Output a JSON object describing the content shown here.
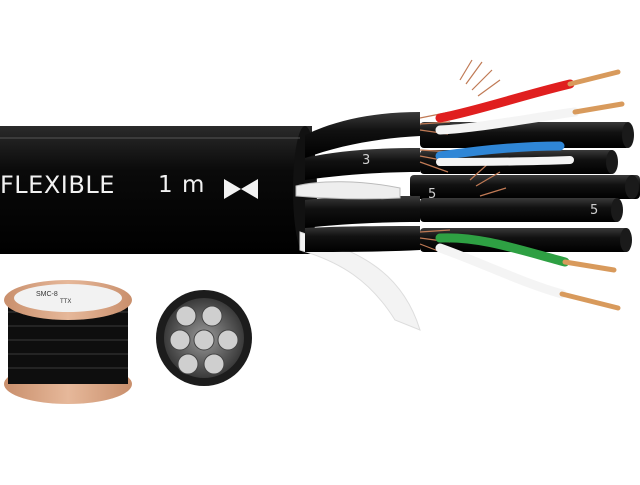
{
  "cable_print": {
    "type_text": "FLEXIBLE",
    "length_text": "1 m",
    "core_marks": [
      "3",
      "5",
      "5"
    ]
  },
  "spool_label": {
    "brand": "SMC-8",
    "code": "TTX"
  },
  "colors": {
    "jacket": "#0d0d0d",
    "conductor_copper": "#d89a5c",
    "insulation_red": "#e01f1f",
    "insulation_blue": "#2f86d6",
    "insulation_green": "#2ea043",
    "insulation_white": "#f4f4f4",
    "spool_wood": "#d8a98a"
  }
}
